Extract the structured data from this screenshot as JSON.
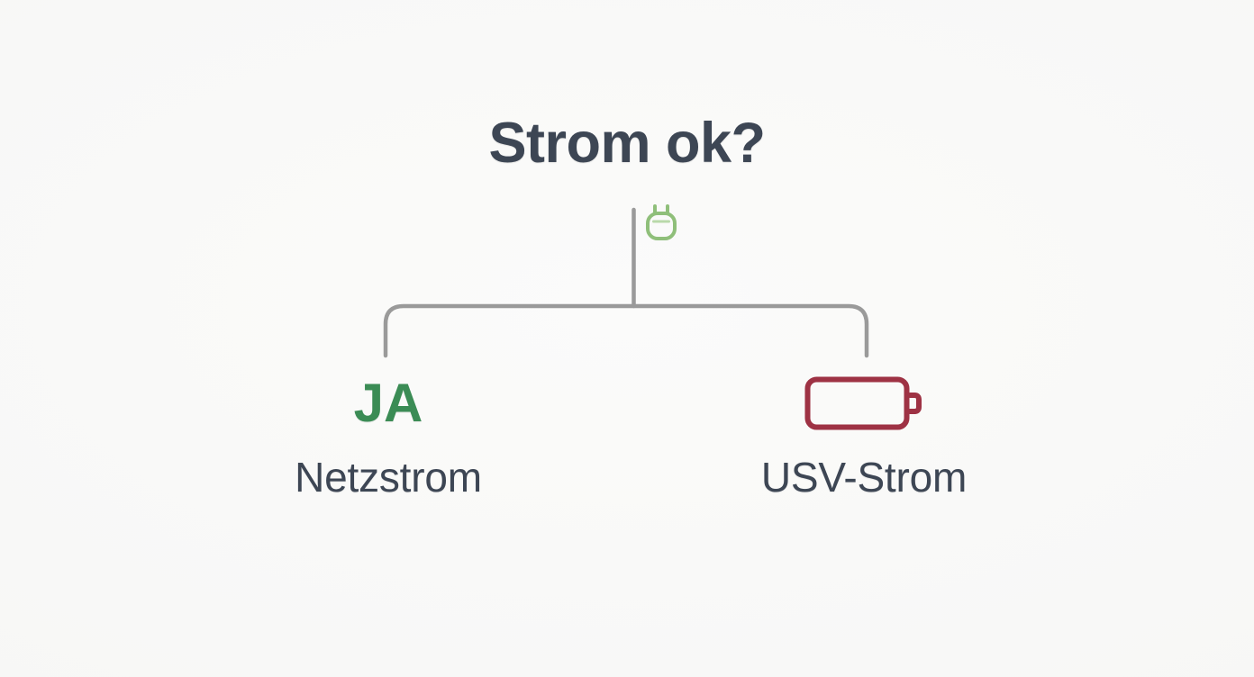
{
  "diagram": {
    "title": "Strom ok?",
    "root_icon": "power-plug-icon",
    "branches": [
      {
        "id": "left",
        "answer": "JA",
        "label": "Netzstrom",
        "icon": "none",
        "answer_color": "#3b8c55"
      },
      {
        "id": "right",
        "answer": "",
        "label": "USV-Strom",
        "icon": "battery-empty-icon",
        "icon_color": "#9e3244"
      }
    ]
  },
  "colors": {
    "background": "#f8f8f7",
    "text": "#3d4654",
    "connector": "#9a9a9a",
    "plug_green": "#8fbf7a",
    "answer_green": "#3b8c55",
    "battery_red": "#9e3244"
  }
}
